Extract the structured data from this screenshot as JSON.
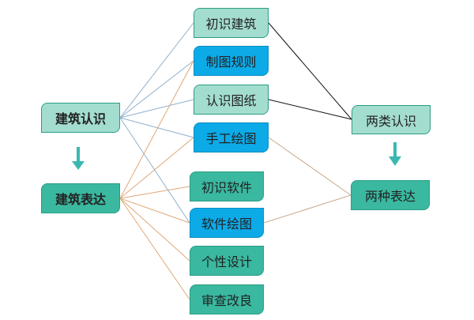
{
  "nodes": {
    "left": [
      "建筑认识",
      "建筑表达"
    ],
    "middle": [
      "初识建筑",
      "制图规则",
      "认识图纸",
      "手工绘图",
      "初识软件",
      "软件绘图",
      "个性设计",
      "审查改良"
    ],
    "right": [
      "两类认识",
      "两种表达"
    ]
  },
  "colors": {
    "light": "#a3ddd0",
    "blue": "#0daae8",
    "teal": "#3ab8a0",
    "arrow": "#3ab8b0",
    "line_blue": "#8fb0cc",
    "line_orange": "#e0a878",
    "line_black": "#111111",
    "line_tan": "#c8a888"
  }
}
